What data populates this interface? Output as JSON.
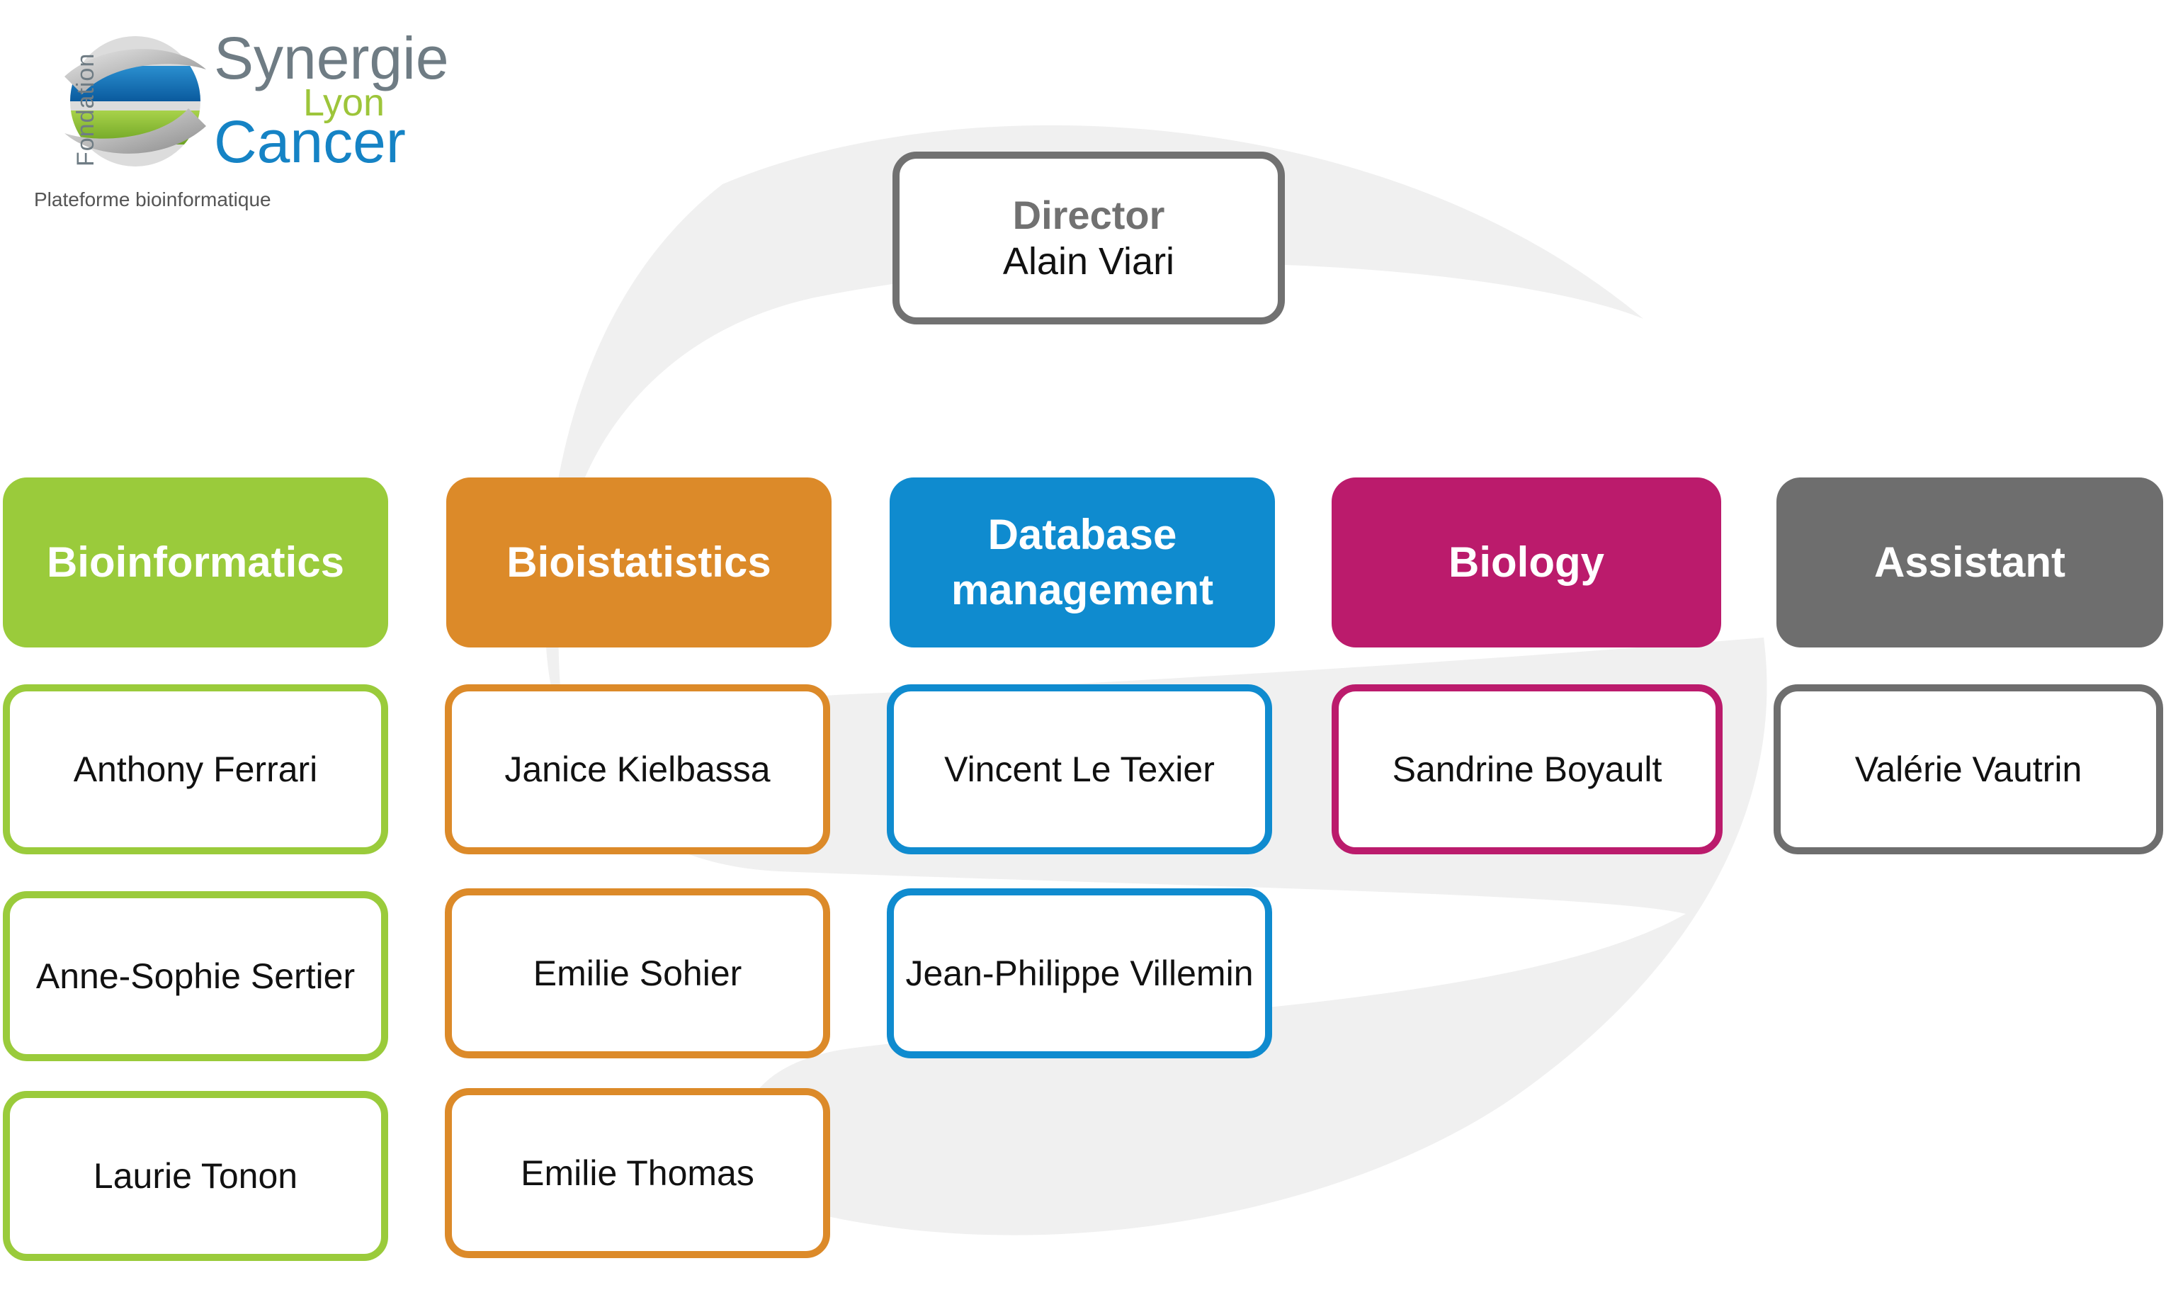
{
  "logo": {
    "fondation": "Fondation",
    "synergie": "Synergie",
    "lyon": "Lyon",
    "cancer": "Cancer",
    "tagline": "Plateforme bioinformatique"
  },
  "director": {
    "title": "Director",
    "name": "Alain Viari"
  },
  "colors": {
    "bioinformatics": "#9acb3b",
    "biostatistics": "#dc8a29",
    "database": "#0f8bcf",
    "biology": "#bb1b6c",
    "assistant": "#6e6e6e"
  },
  "departments": [
    {
      "name": "Bioinformatics",
      "members": [
        "Anthony Ferrari",
        "Anne-Sophie Sertier",
        "Laurie Tonon"
      ]
    },
    {
      "name": "Bioistatistics",
      "members": [
        "Janice Kielbassa",
        "Emilie Sohier",
        "Emilie Thomas"
      ]
    },
    {
      "name": "Database management",
      "members": [
        "Vincent Le Texier",
        "Jean-Philippe Villemin"
      ]
    },
    {
      "name": "Biology",
      "members": [
        "Sandrine Boyault"
      ]
    },
    {
      "name": "Assistant",
      "members": [
        "Valérie Vautrin"
      ]
    }
  ]
}
